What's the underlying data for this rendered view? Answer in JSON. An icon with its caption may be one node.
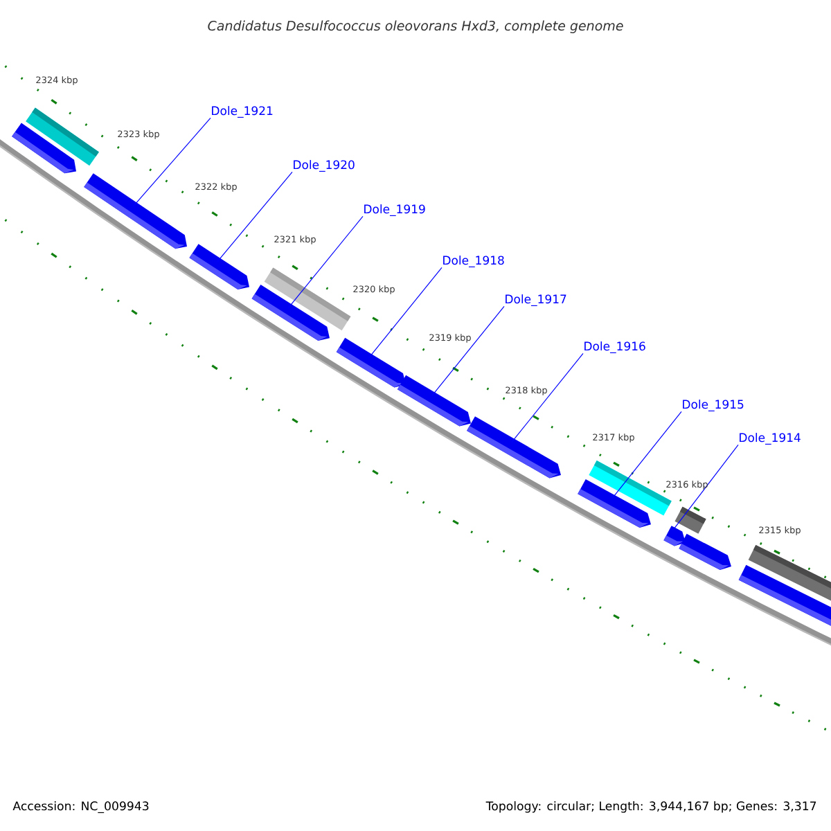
{
  "diagram": {
    "title": "Candidatus Desulfococcus oleovorans Hxd3, complete genome",
    "nodes": [
      {
        "text": [
          "Dole_1921"
        ]
      },
      {
        "text": [
          "Dole_1920"
        ]
      },
      {
        "text": [
          "Dole_1919"
        ]
      },
      {
        "text": [
          "Dole_1918"
        ]
      },
      {
        "text": [
          "Dole_1917"
        ]
      },
      {
        "text": [
          "Dole_1916"
        ]
      },
      {
        "text": [
          "Dole_1915"
        ]
      },
      {
        "text": [
          "Dole_1914"
        ]
      },
      {
        "text": [],
        "shape": "bar"
      },
      {
        "text": [],
        "shape": "bar"
      },
      {
        "text": [],
        "shape": "bar"
      },
      {
        "text": [],
        "shape": "bar"
      },
      {
        "text": [],
        "shape": "bar"
      },
      {
        "text": [],
        "shape": "bar"
      },
      {
        "text": [],
        "shape": "bar"
      },
      {
        "text": [],
        "shape": "bar"
      },
      {
        "text": [],
        "shape": "bar"
      },
      {
        "text": [],
        "shape": "bar"
      },
      {
        "text": [],
        "shape": "bar"
      }
    ],
    "edges": [
      {
        "from": 0,
        "to": 9,
        "arrow": "none"
      },
      {
        "from": 1,
        "to": 10,
        "arrow": "none"
      },
      {
        "from": 2,
        "to": 11,
        "arrow": "none"
      },
      {
        "from": 3,
        "to": 12,
        "arrow": "none"
      },
      {
        "from": 4,
        "to": 13,
        "arrow": "none"
      },
      {
        "from": 5,
        "to": 14,
        "arrow": "none"
      },
      {
        "from": 6,
        "to": 15,
        "arrow": "none"
      },
      {
        "from": 7,
        "to": 16,
        "arrow": "none"
      }
    ],
    "labels": [
      "2324 kbp",
      "2323 kbp",
      "2322 kbp",
      "2321 kbp",
      "2320 kbp",
      "2319 kbp",
      "2318 kbp",
      "2317 kbp",
      "2316 kbp",
      "2315 kbp",
      "Accession: NC_009943",
      "Topology: circular; Length: 3,944,167 bp; Genes: 3,317"
    ]
  }
}
